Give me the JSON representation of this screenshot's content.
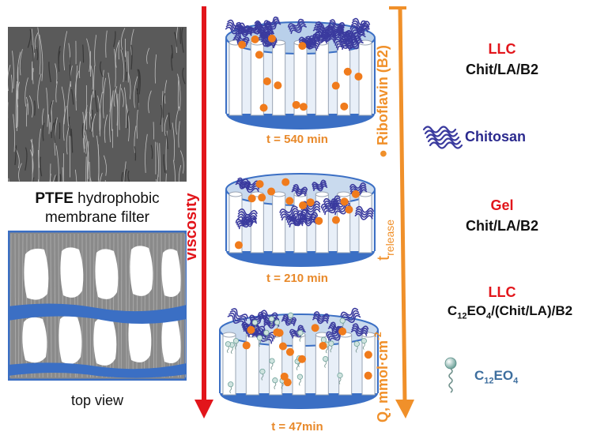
{
  "left_panel": {
    "ptfe_bold": "PTFE",
    "ptfe_rest": " hydrophobic",
    "ptfe_line2": "membrane filter",
    "top_view_label": "top view"
  },
  "axes": {
    "viscosity_label": "viscosity",
    "riboflavin_label": "● Riboflavin (B2)",
    "t_release_main": "t",
    "t_release_sub": "release",
    "q_label_main": "Q, mmol·cm",
    "q_label_sup": "-2"
  },
  "times": {
    "top": "t = 540 min",
    "middle": "t = 210 min",
    "bottom": "t = 47min"
  },
  "legend": {
    "llc1_title": "LLC",
    "llc1_formula": "Chit/LA/B2",
    "chitosan": "Chitosan",
    "gel_title": "Gel",
    "gel_formula": "Chit/LA/B2",
    "llc2_title": "LLC",
    "llc2_c": "C",
    "llc2_sub1": "12",
    "llc2_eo": "EO",
    "llc2_sub2": "4",
    "llc2_rest": "/(Chit/LA)/B2",
    "c12_c": "C",
    "c12_sub1": "12",
    "c12_eo": "EO",
    "c12_sub2": "4"
  },
  "colors": {
    "red_arrow": "#e2151b",
    "orange_arrow": "#f0902a",
    "membrane_blue": "#3b6fc4",
    "chitosan_blue": "#3a3a9e",
    "riboflavin_orange": "#f07b1c",
    "surfactant_teal": "#8fbcb5"
  }
}
